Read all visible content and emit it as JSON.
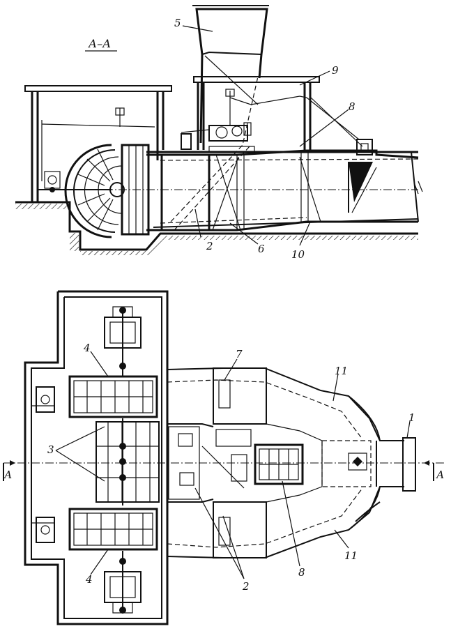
{
  "section_title": "А–А",
  "section_marks": {
    "left": "А",
    "right": "А"
  },
  "callouts": {
    "n1": "1",
    "n2_side": "2",
    "n2_plan": "2",
    "n3": "3",
    "n4_top": "4",
    "n4_bottom": "4",
    "n5": "5",
    "n6": "6",
    "n7": "7",
    "n8_side": "8",
    "n8_plan": "8",
    "n9": "9",
    "n10": "10",
    "n11_top": "11",
    "n11_bottom": "11"
  }
}
